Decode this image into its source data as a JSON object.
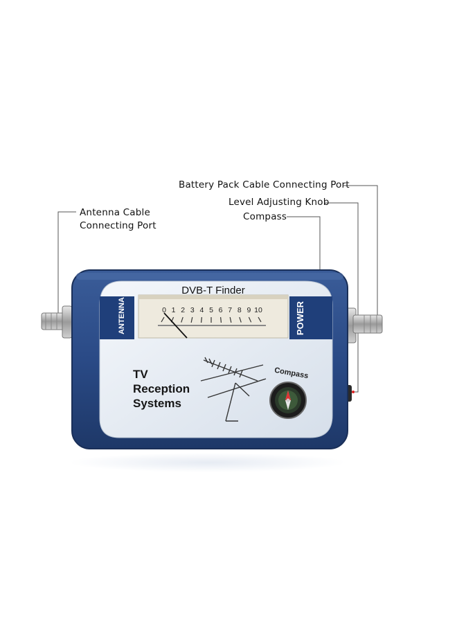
{
  "callouts": {
    "battery_port": "Battery Pack Cable Connecting Port",
    "level_knob": "Level Adjusting Knob",
    "compass": "Compass",
    "antenna_port_line1": "Antenna Cable",
    "antenna_port_line2": "Connecting Port"
  },
  "device": {
    "title": "DVB-T Finder",
    "left_label": "ANTENNA",
    "right_label": "POWER",
    "brand_line1": "TV",
    "brand_line2": "Reception",
    "brand_line3": "Systems",
    "compass_label": "Compass",
    "meter_scale": [
      "0",
      "1",
      "2",
      "3",
      "4",
      "5",
      "6",
      "7",
      "8",
      "9",
      "10"
    ],
    "needle_level": 0.0
  },
  "colors": {
    "body_blue": "#2a4a86",
    "body_dark": "#1e3868",
    "face": "#dfe6ef",
    "meter_face": "#ece8dc",
    "line": "#444444"
  }
}
